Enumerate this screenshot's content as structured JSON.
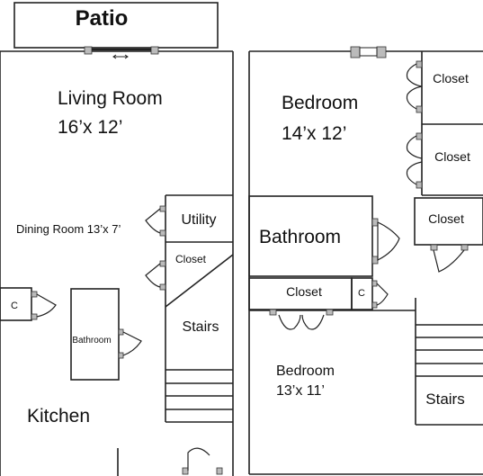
{
  "first_floor": {
    "patio": "Patio",
    "living_room": "Living Room",
    "living_room_size": "16’x 12’",
    "dining_room": "Dining Room 13’x 7’",
    "utility": "Utility",
    "closet": "Closet",
    "stairs": "Stairs",
    "c_closet": "C",
    "bathroom": "Bathroom",
    "kitchen": "Kitchen",
    "slider_icon": "double-arrow-icon"
  },
  "second_floor": {
    "bedroom_1": "Bedroom",
    "bedroom_1_size": "14’x 12’",
    "closet_a": "Closet",
    "closet_b": "Closet",
    "closet_c": "Closet",
    "bathroom": "Bathroom",
    "closet_d": "Closet",
    "c_closet": "C",
    "bedroom_2": "Bedroom",
    "bedroom_2_size": "13’x 11’",
    "stairs": "Stairs"
  }
}
